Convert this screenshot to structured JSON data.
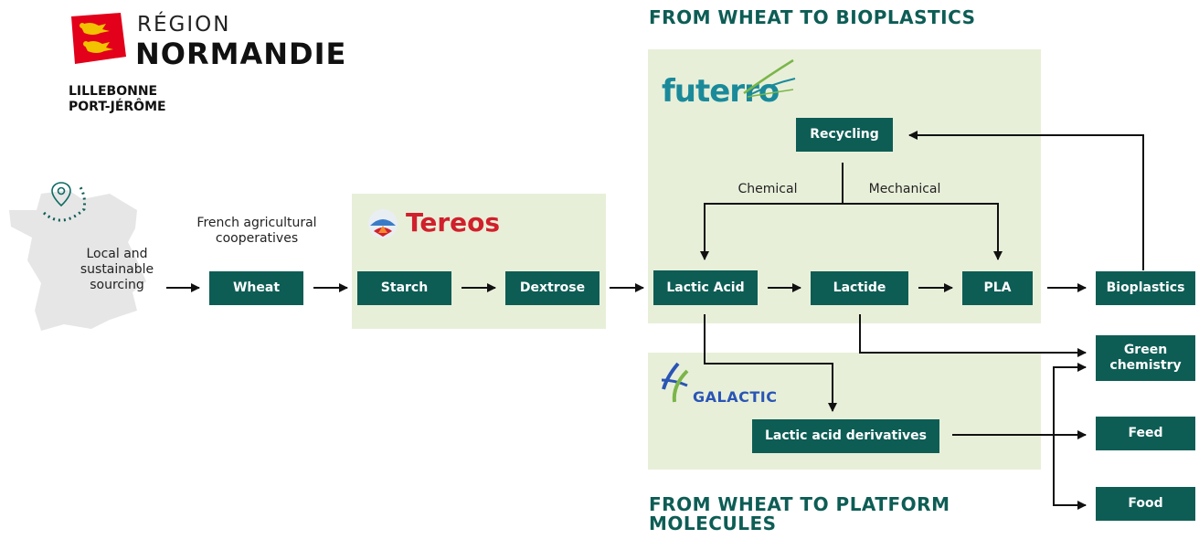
{
  "region": {
    "logo_word1": "RÉGION",
    "logo_word2": "NORMANDIE",
    "location_line1": "LILLEBONNE",
    "location_line2": "PORT-JÉRÔME"
  },
  "titles": {
    "bioplastics": "FROM WHEAT TO BIOPLASTICS",
    "platform_line1": "FROM WHEAT TO PLATFORM",
    "platform_line2": "MOLECULES"
  },
  "labels": {
    "sourcing_line1": "Local and",
    "sourcing_line2": "sustainable",
    "sourcing_line3": "sourcing",
    "coop_line1": "French agricultural",
    "coop_line2": "cooperatives",
    "chemical": "Chemical",
    "mechanical": "Mechanical"
  },
  "brands": {
    "tereos": "Tereos",
    "futerro": "futerro",
    "galactic": "GALACTIC"
  },
  "nodes": {
    "wheat": "Wheat",
    "starch": "Starch",
    "dextrose": "Dextrose",
    "lactic_acid": "Lactic Acid",
    "lactide": "Lactide",
    "pla": "PLA",
    "recycling": "Recycling",
    "bioplastics": "Bioplastics",
    "green_line1": "Green",
    "green_line2": "chemistry",
    "derivatives": "Lactic acid derivatives",
    "feed": "Feed",
    "food": "Food"
  },
  "colors": {
    "box": "#0d5d55",
    "panel": "#e8efd9",
    "tereos_red": "#d0202c",
    "futerro_teal": "#1a8a9a",
    "galactic_blue": "#2a55b5",
    "galactic_green": "#7ab648",
    "region_red": "#e2001a",
    "region_gold": "#f2c200"
  }
}
